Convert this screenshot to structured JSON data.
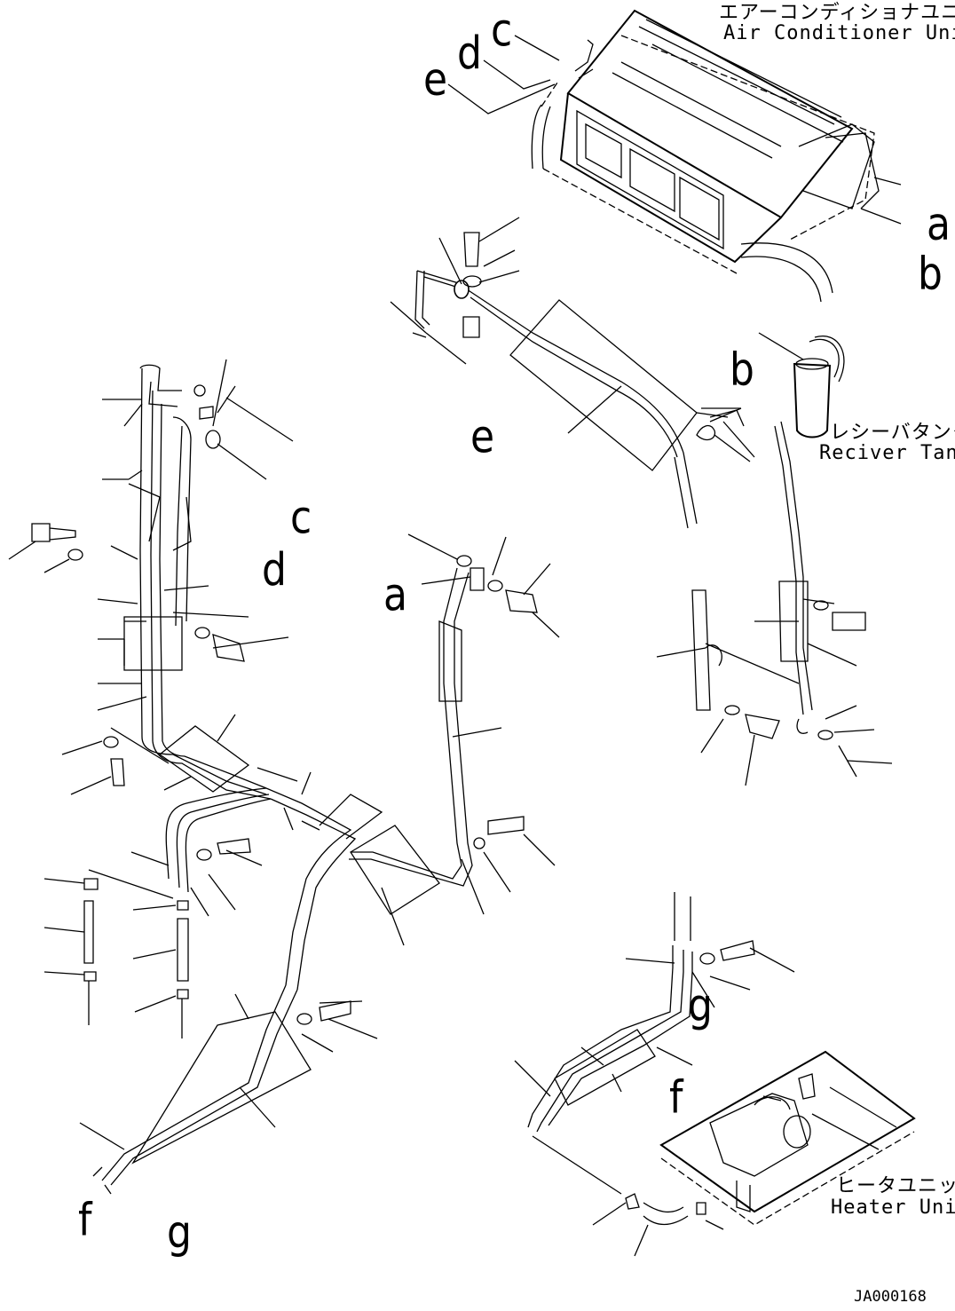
{
  "components": {
    "air_conditioner_unit": {
      "jp": "エアーコンディショナユニット",
      "en": "Air Conditioner Unit"
    },
    "receiver_tank": {
      "jp": "レシーバタンク",
      "en": "Reciver Tank"
    },
    "heater_unit": {
      "jp": "ヒータユニット",
      "en": "Heater Unit"
    }
  },
  "connection_refs": {
    "a": "a",
    "b": "b",
    "c": "c",
    "d": "d",
    "e": "e",
    "f": "f",
    "g": "g"
  },
  "drawing_number": "JA000168"
}
